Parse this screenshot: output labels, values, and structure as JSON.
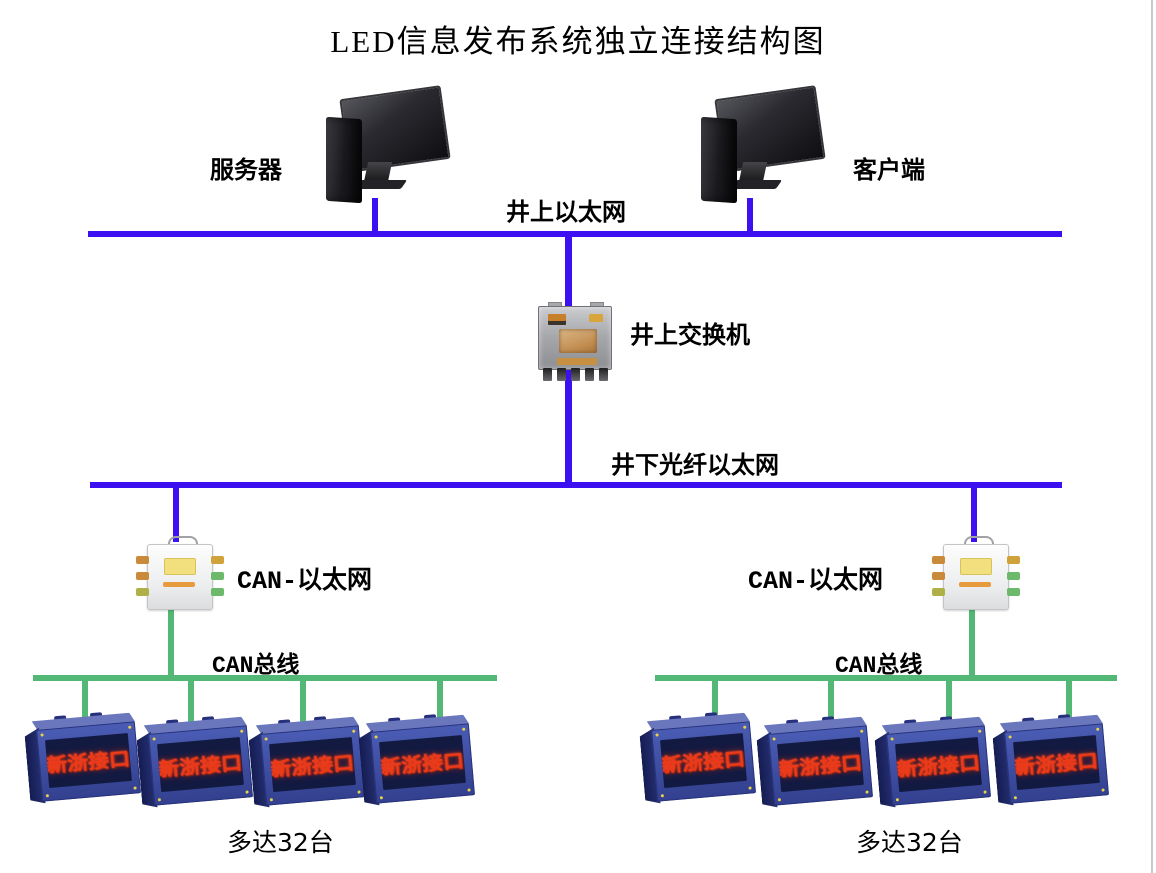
{
  "title": "LED信息发布系统独立连接结构图",
  "colors": {
    "ethernet_line_blue": "#3c10f0",
    "can_line_green": "#53b876",
    "led_case_blue": "#3c4da8",
    "led_text_red": "#ea3a1c"
  },
  "devices": {
    "server": {
      "label": "服务器",
      "icon": "desktop-computer-icon"
    },
    "client": {
      "label": "客户端",
      "icon": "desktop-computer-icon"
    },
    "surface_switch": {
      "label": "井上交换机",
      "icon": "mine-switch-box-icon"
    },
    "can_converter_left": {
      "label": "CAN-以太网",
      "icon": "can-ethernet-converter-icon"
    },
    "can_converter_right": {
      "label": "CAN-以太网",
      "icon": "can-ethernet-converter-icon"
    }
  },
  "networks": {
    "surface_ethernet": {
      "label": "井上以太网"
    },
    "underground_fiber_ethernet": {
      "label": "井下光纤以太网"
    },
    "can_bus_left": {
      "label": "CAN总线"
    },
    "can_bus_right": {
      "label": "CAN总线"
    }
  },
  "led_displays": {
    "screen_text": "新浙接口",
    "per_side_count": 4,
    "count_note_left": "多达32台",
    "count_note_right": "多达32台"
  }
}
